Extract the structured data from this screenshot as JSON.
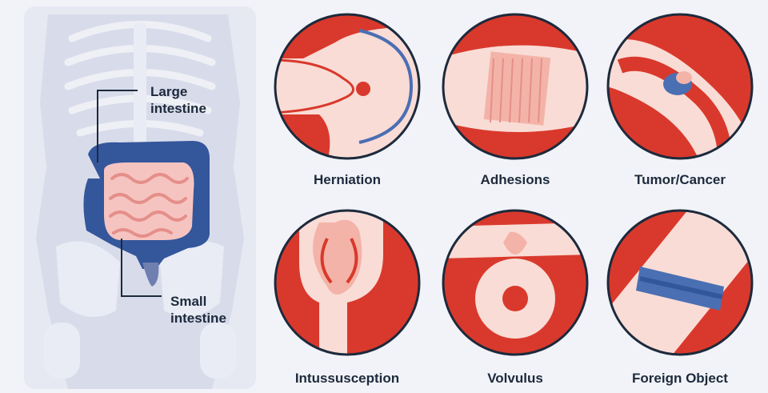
{
  "anatomy": {
    "large_intestine_label": [
      "Large",
      "intestine"
    ],
    "small_intestine_label": [
      "Small",
      "intestine"
    ]
  },
  "conditions": [
    {
      "label": "Herniation",
      "icon": "herniation-icon"
    },
    {
      "label": "Adhesions",
      "icon": "adhesions-icon"
    },
    {
      "label": "Tumor/Cancer",
      "icon": "tumor-icon"
    },
    {
      "label": "Intussusception",
      "icon": "intussusception-icon"
    },
    {
      "label": "Volvulus",
      "icon": "volvulus-icon"
    },
    {
      "label": "Foreign Object",
      "icon": "foreign-object-icon"
    }
  ],
  "colors": {
    "background": "#f1f3f8",
    "body_silhouette": "#dde2ee",
    "large_intestine": "#34569b",
    "small_intestine": "#f6c4c0",
    "tissue_red": "#d9392c",
    "tissue_pink": "#f9dcd6",
    "tumor": "#4a6fb3",
    "outline": "#1d2a3c"
  }
}
